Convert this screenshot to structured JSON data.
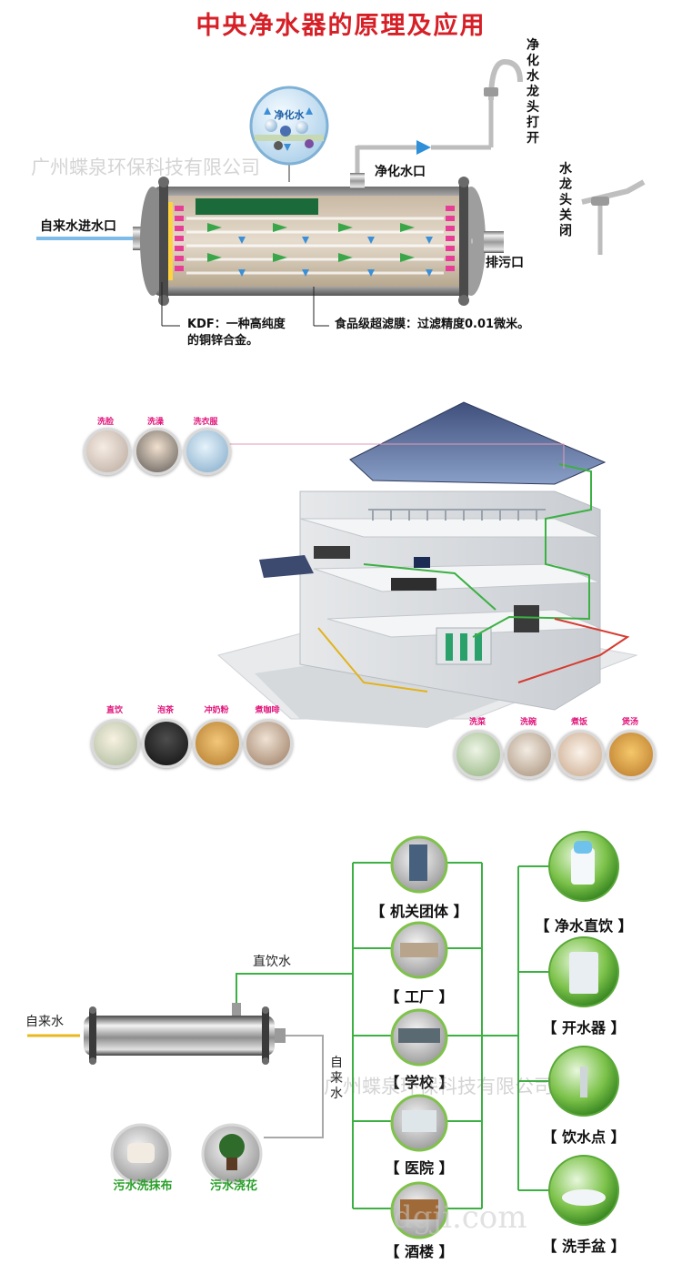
{
  "title": "中央净水器的原理及应用",
  "watermarks": [
    "广州蝶泉环保科技有限公司",
    "广州蝶泉环保科技有限公司",
    "dgji.com"
  ],
  "principle": {
    "inlet": "自来水进水口",
    "purified_outlet": "净化水口",
    "drain": "排污口",
    "tap_open": "净化水龙头打开",
    "tap_closed": "水龙头关闭",
    "magnifier": "净化水",
    "kdf_note": "KDF：一种高纯度的铜锌合金。",
    "membrane_note": "食品级超滤膜：过滤精度0.01微米。"
  },
  "house": {
    "upper_uses": [
      "洗脸",
      "洗澡",
      "洗衣服"
    ],
    "lower_left_uses": [
      "直饮",
      "泡茶",
      "冲奶粉",
      "煮咖啡"
    ],
    "lower_right_uses": [
      "洗菜",
      "洗碗",
      "煮饭",
      "煲汤"
    ]
  },
  "application": {
    "source": "自来水",
    "direct_drink": "直饮水",
    "tap_water_vertical": "自来水",
    "wastewater_uses": [
      "污水洗抹布",
      "污水浇花"
    ],
    "places": [
      "【 机关团体 】",
      "【 工厂 】",
      "【 学校 】",
      "【 医院 】",
      "【 酒楼 】"
    ],
    "outputs": [
      "【 净水直饮 】",
      "【 开水器 】",
      "【 饮水点 】",
      "【 洗手盆 】"
    ]
  },
  "colors": {
    "title": "#d61f26",
    "line_green": "#3cb043",
    "accent_pink": "#e0147a"
  }
}
